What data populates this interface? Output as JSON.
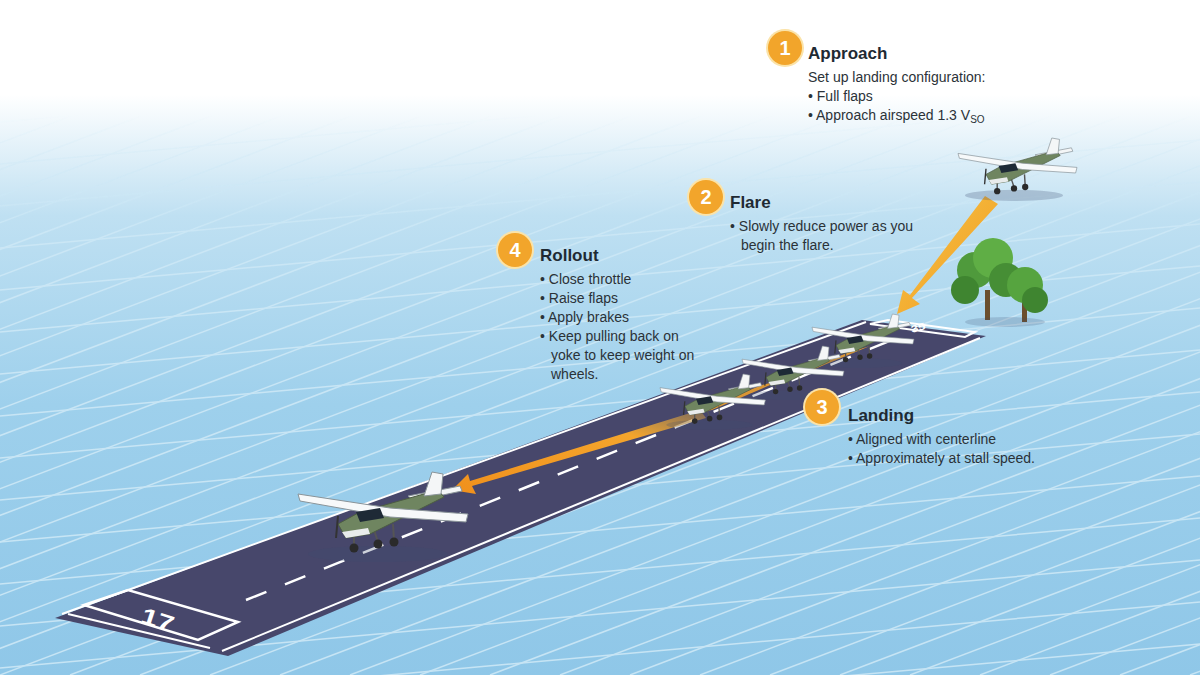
{
  "diagram": {
    "nodes": [
      {
        "text": [
          "1",
          "Approach",
          "Set up landing configuration:",
          "• Full flaps",
          "• Approach airspeed 1.3 V",
          "SO"
        ]
      },
      {
        "text": [
          "2",
          "Flare",
          "• Slowly reduce power as you begin the flare."
        ]
      },
      {
        "text": [
          "3",
          "Landing",
          "• Aligned with centerline",
          "• Approximately at stall speed."
        ]
      },
      {
        "text": [
          "4",
          "Rollout",
          "• Close throttle",
          "• Raise flaps",
          "• Apply brakes",
          "• Keep pulling back on yoke to keep weight on wheels."
        ]
      }
    ],
    "labels": [
      "35",
      "17"
    ]
  }
}
